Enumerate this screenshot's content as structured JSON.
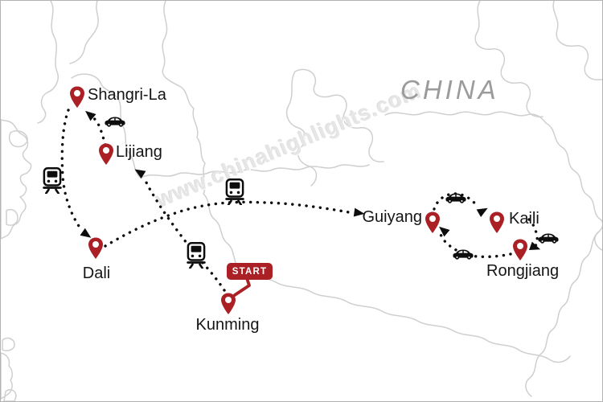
{
  "map": {
    "country_label": "CHINA",
    "watermark": "www.chinahighlights.com",
    "start_badge_label": "START"
  },
  "cities": [
    {
      "name": "Shangri-La"
    },
    {
      "name": "Lijiang"
    },
    {
      "name": "Dali"
    },
    {
      "name": "Kunming",
      "is_start": true
    },
    {
      "name": "Guiyang"
    },
    {
      "name": "Kaili"
    },
    {
      "name": "Rongjiang"
    }
  ],
  "route_legs": [
    {
      "from": "Kunming",
      "to": "Lijiang",
      "mode": "train"
    },
    {
      "from": "Lijiang",
      "to": "Shangri-La",
      "mode": "car"
    },
    {
      "from": "Shangri-La",
      "to": "Dali",
      "mode": "train"
    },
    {
      "from": "Dali",
      "to": "Guiyang",
      "mode": "train"
    },
    {
      "from": "Guiyang",
      "to": "Kaili",
      "mode": "car"
    },
    {
      "from": "Kaili",
      "to": "Rongjiang",
      "mode": "car"
    },
    {
      "from": "Rongjiang",
      "to": "Guiyang",
      "mode": "car"
    }
  ],
  "colors": {
    "pin_red": "#ab2025",
    "route_black": "#0d0d0d",
    "water_teal": "#69abc5",
    "water_teal_dark": "#2f7391",
    "province_border_gray": "#cfcfcf",
    "country_label_gray": "#9b9b9b",
    "city_label_color": "#151515"
  }
}
